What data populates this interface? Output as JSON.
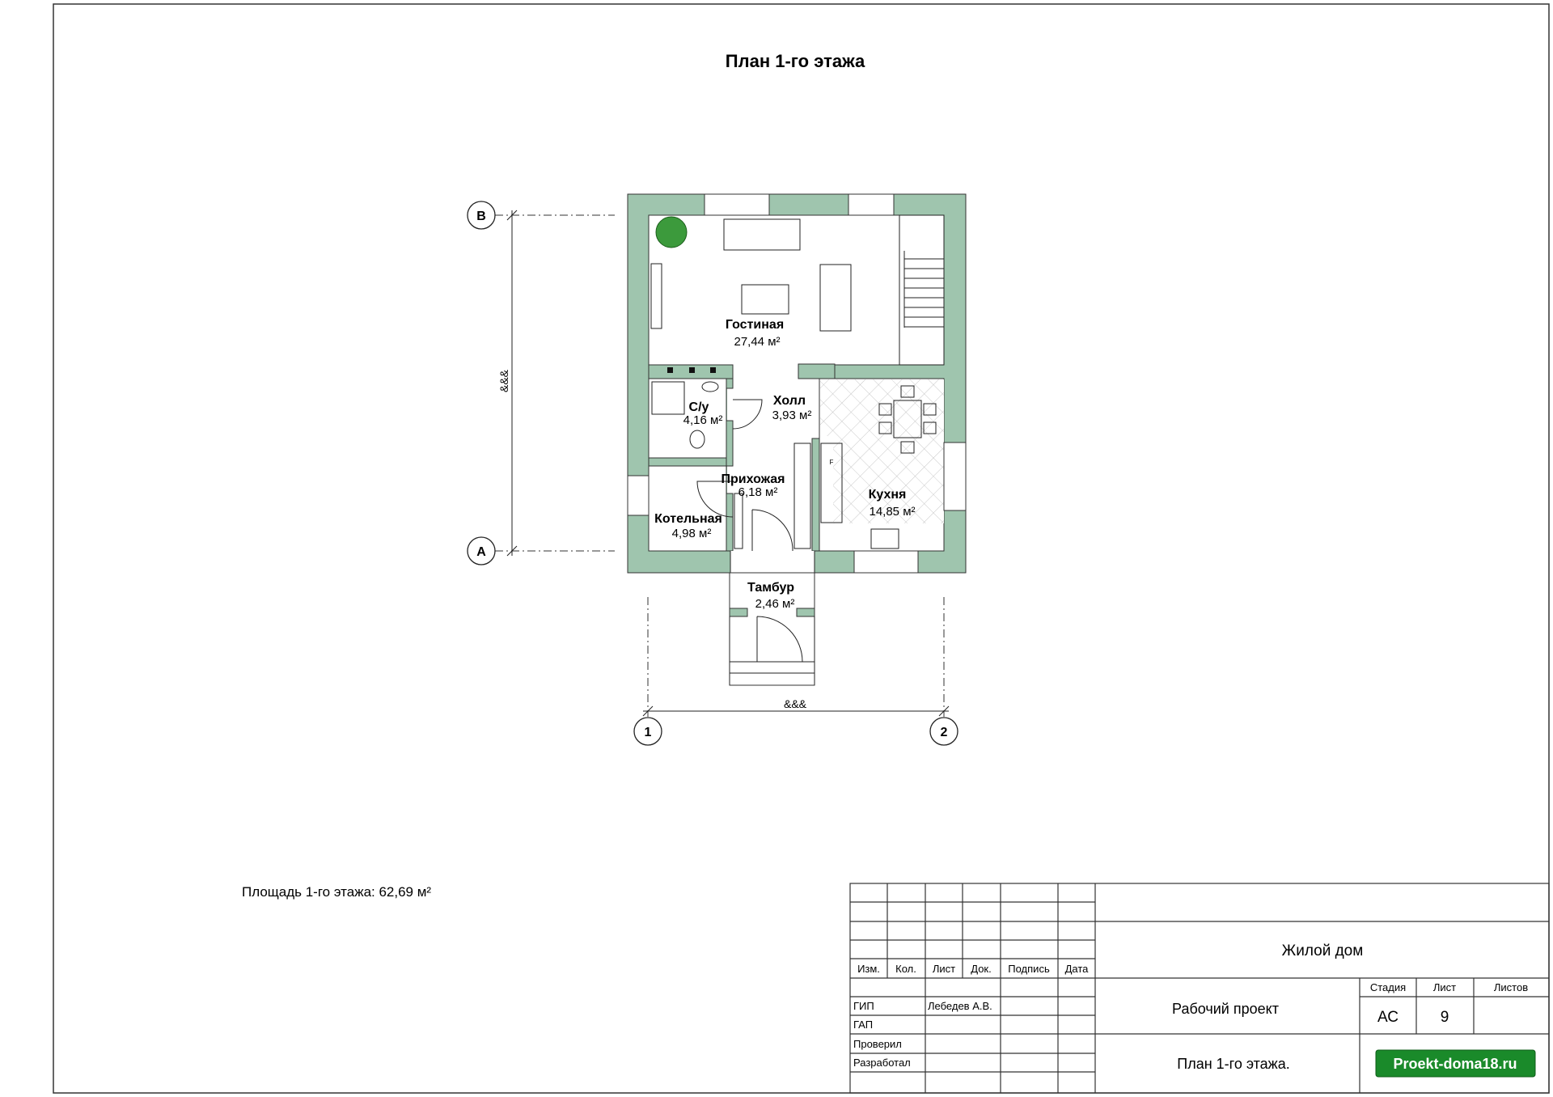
{
  "title": "План 1-го этажа",
  "axes": {
    "B": "В",
    "A": "А",
    "one": "1",
    "two": "2"
  },
  "dimensions": {
    "vertical": "&&&",
    "horizontal": "&&&"
  },
  "rooms": [
    {
      "name": "Гостиная",
      "area": "27,44 м²"
    },
    {
      "name": "С/у",
      "area": "4,16 м²"
    },
    {
      "name": "Холл",
      "area": "3,93 м²"
    },
    {
      "name": "Прихожая",
      "area": "6,18 м²"
    },
    {
      "name": "Кухня",
      "area": "14,85 м²"
    },
    {
      "name": "Котельная",
      "area": "4,98 м²"
    },
    {
      "name": "Тамбур",
      "area": "2,46 м²"
    }
  ],
  "kitchen_appliance_label": "F",
  "floor_area": "Площадь 1-го этажа: 62,69 м²",
  "title_block": {
    "headers": [
      "Изм.",
      "Кол.",
      "Лист",
      "Док.",
      "Подпись",
      "Дата"
    ],
    "roles": [
      "ГИП",
      "ГАП",
      "Проверил",
      "Разработал"
    ],
    "gip_name": "Лебедев А.В.",
    "object": "Жилой дом",
    "stage_title": "Рабочий проект",
    "sheet_title": "План 1-го этажа.",
    "stage_header": "Стадия",
    "sheet_header": "Лист",
    "sheets_header": "Листов",
    "stage": "АС",
    "sheet": "9",
    "brand": "Proekt-doma18.ru",
    "brand_color": "#1a8a2a"
  },
  "colors": {
    "wall": "#9fc5ae"
  }
}
